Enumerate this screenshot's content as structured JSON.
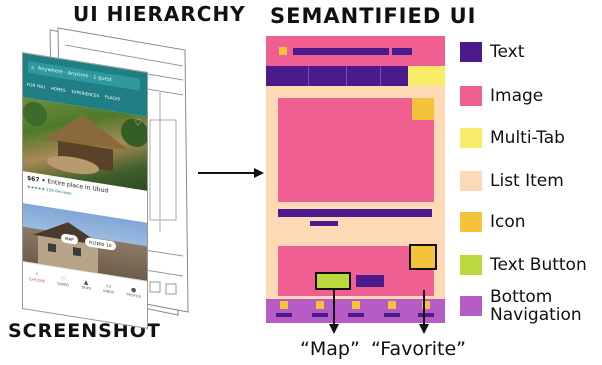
{
  "titles": {
    "hierarchy": "UI HIERARCHY",
    "semantified": "SEMANTIFIED UI",
    "screenshot": "SCREENSHOT"
  },
  "phone": {
    "search_text": "Anywhere · Anytime · 1 guest",
    "tabs": [
      "FOR YOU",
      "HOMES",
      "EXPERIENCES",
      "PLACES"
    ],
    "listing_price": "$67 •",
    "listing_desc": "Entire place in Ubud",
    "listing_reviews": "★★★★★ 156 Reviews",
    "map_button": "MAP",
    "filters_button": "FILTERS",
    "filters_count": "10",
    "nav_items": [
      "EXPLORE",
      "SAVED",
      "TRIPS",
      "INBOX",
      "PROFILE"
    ]
  },
  "legend": [
    {
      "label": "Text",
      "color": "#4b1a8c"
    },
    {
      "label": "Image",
      "color": "#ef5f91"
    },
    {
      "label": "Multi-Tab",
      "color": "#f8ec6a"
    },
    {
      "label": "List Item",
      "color": "#fdd9b5"
    },
    {
      "label": "Icon",
      "color": "#f5c33b"
    },
    {
      "label": "Text Button",
      "color": "#bcd83f"
    },
    {
      "label": "Bottom Navigation",
      "color": "#b55dc4"
    }
  ],
  "callouts": {
    "map": "“Map”",
    "favorite": "“Favorite”"
  },
  "colors": {
    "text": "#4b1a8c",
    "image": "#ef5f91",
    "multi_tab": "#f8ec6a",
    "list_item": "#fdd9b5",
    "icon": "#f5c33b",
    "text_button": "#bcd83f",
    "bottom_nav": "#b55dc4",
    "phone_teal": "#1f7f84"
  }
}
